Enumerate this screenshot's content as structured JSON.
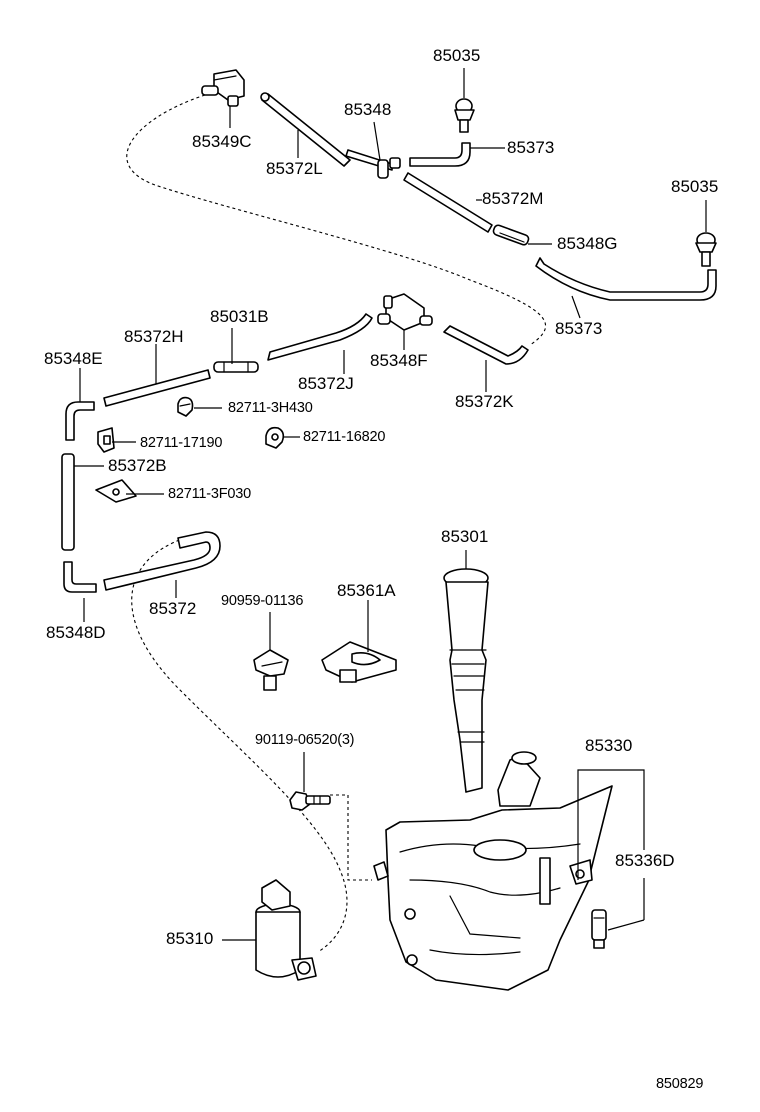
{
  "labels": {
    "l_85035_top": "85035",
    "l_85349c": "85349C",
    "l_85348": "85348",
    "l_85373_top": "85373",
    "l_85372l": "85372L",
    "l_85372m": "85372M",
    "l_85035_right": "85035",
    "l_85348g": "85348G",
    "l_85373_right": "85373",
    "l_85372h": "85372H",
    "l_85031b": "85031B",
    "l_85348e": "85348E",
    "l_85372j": "85372J",
    "l_85348f": "85348F",
    "l_85372k": "85372K",
    "l_82711_3h430": "82711-3H430",
    "l_82711_17190": "82711-17190",
    "l_82711_16820": "82711-16820",
    "l_85372b": "85372B",
    "l_82711_3f030": "82711-3F030",
    "l_85301": "85301",
    "l_90959_01136": "90959-01136",
    "l_85361a": "85361A",
    "l_85372": "85372",
    "l_85348d": "85348D",
    "l_90119_06520": "90119-06520(3)",
    "l_85330": "85330",
    "l_85336d": "85336D",
    "l_85310": "85310"
  },
  "diagram_code": "850829"
}
